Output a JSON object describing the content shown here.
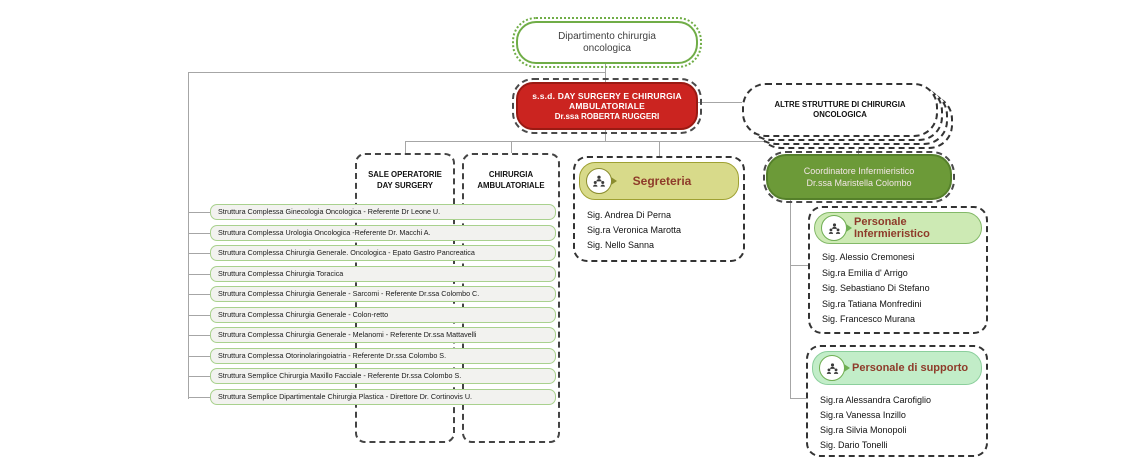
{
  "colors": {
    "root_green": "#70ad47",
    "red_accent": "#cb2420",
    "coordinator_green": "#6c9a38",
    "segreteria_header": "#d8da8a",
    "infermieristico_header": "#cdeab4",
    "supporto_header": "#c2edc8",
    "row_border": "#a9d18e",
    "title_maroon": "#8e3b2a",
    "connector_gray": "#a6a6a6"
  },
  "root": {
    "line1": "Dipartimento chirurgia",
    "line2": "oncologica"
  },
  "day_surgery": {
    "line1": "s.s.d. DAY SURGERY E CHIRURGIA",
    "line2": "AMBULATORIALE",
    "line3": "Dr.ssa ROBERTA RUGGERI"
  },
  "altre": {
    "line1": "ALTRE STRUTTURE DI CHIRURGIA",
    "line2": "ONCOLOGICA"
  },
  "sale": {
    "line1": "SALE OPERATORIE",
    "line2": "DAY SURGERY"
  },
  "ambulatoriale": {
    "line1": "CHIRURGIA",
    "line2": "AMBULATORIALE"
  },
  "segreteria": {
    "title": "Segreteria",
    "icon": "org-people-icon",
    "members": [
      "Sig. Andrea Di Perna",
      "Sig.ra Veronica Marotta",
      "Sig. Nello Sanna"
    ]
  },
  "coordinatore": {
    "line1": "Coordinatore Infermieristico",
    "line2": "Dr.ssa Maristella Colombo"
  },
  "infermieristico": {
    "title": "Personale Infermieristico",
    "icon": "org-people-icon",
    "members": [
      "Sig. Alessio Cremonesi",
      "Sig.ra Emilia d' Arrigo",
      "Sig. Sebastiano Di Stefano",
      "Sig.ra Tatiana Monfredini",
      "Sig. Francesco Murana"
    ]
  },
  "supporto": {
    "title": "Personale di supporto",
    "icon": "org-people-icon",
    "members": [
      "Sig.ra Alessandra Carofiglio",
      "Sig.ra Vanessa Inzillo",
      "Sig.ra Silvia Monopoli",
      "Sig.  Dario Tonelli"
    ]
  },
  "strutture": [
    "Struttura Complessa Ginecologia Oncologica  - Referente  Dr Leone  U.",
    "Struttura Complessa Urologia Oncologica   -Referente  Dr. Macchi A.",
    "Struttura Complessa Chirurgia Generale. Oncologica - Epato Gastro Pancreatica",
    "Struttura Complessa Chirurgia Toracica",
    "Struttura Complessa Chirurgia Generale - Sarcomi  - Referente   Dr.ssa Colombo C.",
    "Struttura Complessa Chirurgia Generale  - Colon-retto",
    "Struttura Complessa Chirurgia Generale   - Melanomi - Referente  Dr.ssa Mattavelli",
    "Struttura Complessa Otorinolaringoiatria - Referente  Dr.ssa Colombo S.",
    "Struttura Semplice Chirurgia Maxillo Facciale - Referente  Dr.ssa Colombo S.",
    "Struttura Semplice Dipartimentale Chirurgia Plastica - Direttore  Dr.  Cortinovis U."
  ]
}
